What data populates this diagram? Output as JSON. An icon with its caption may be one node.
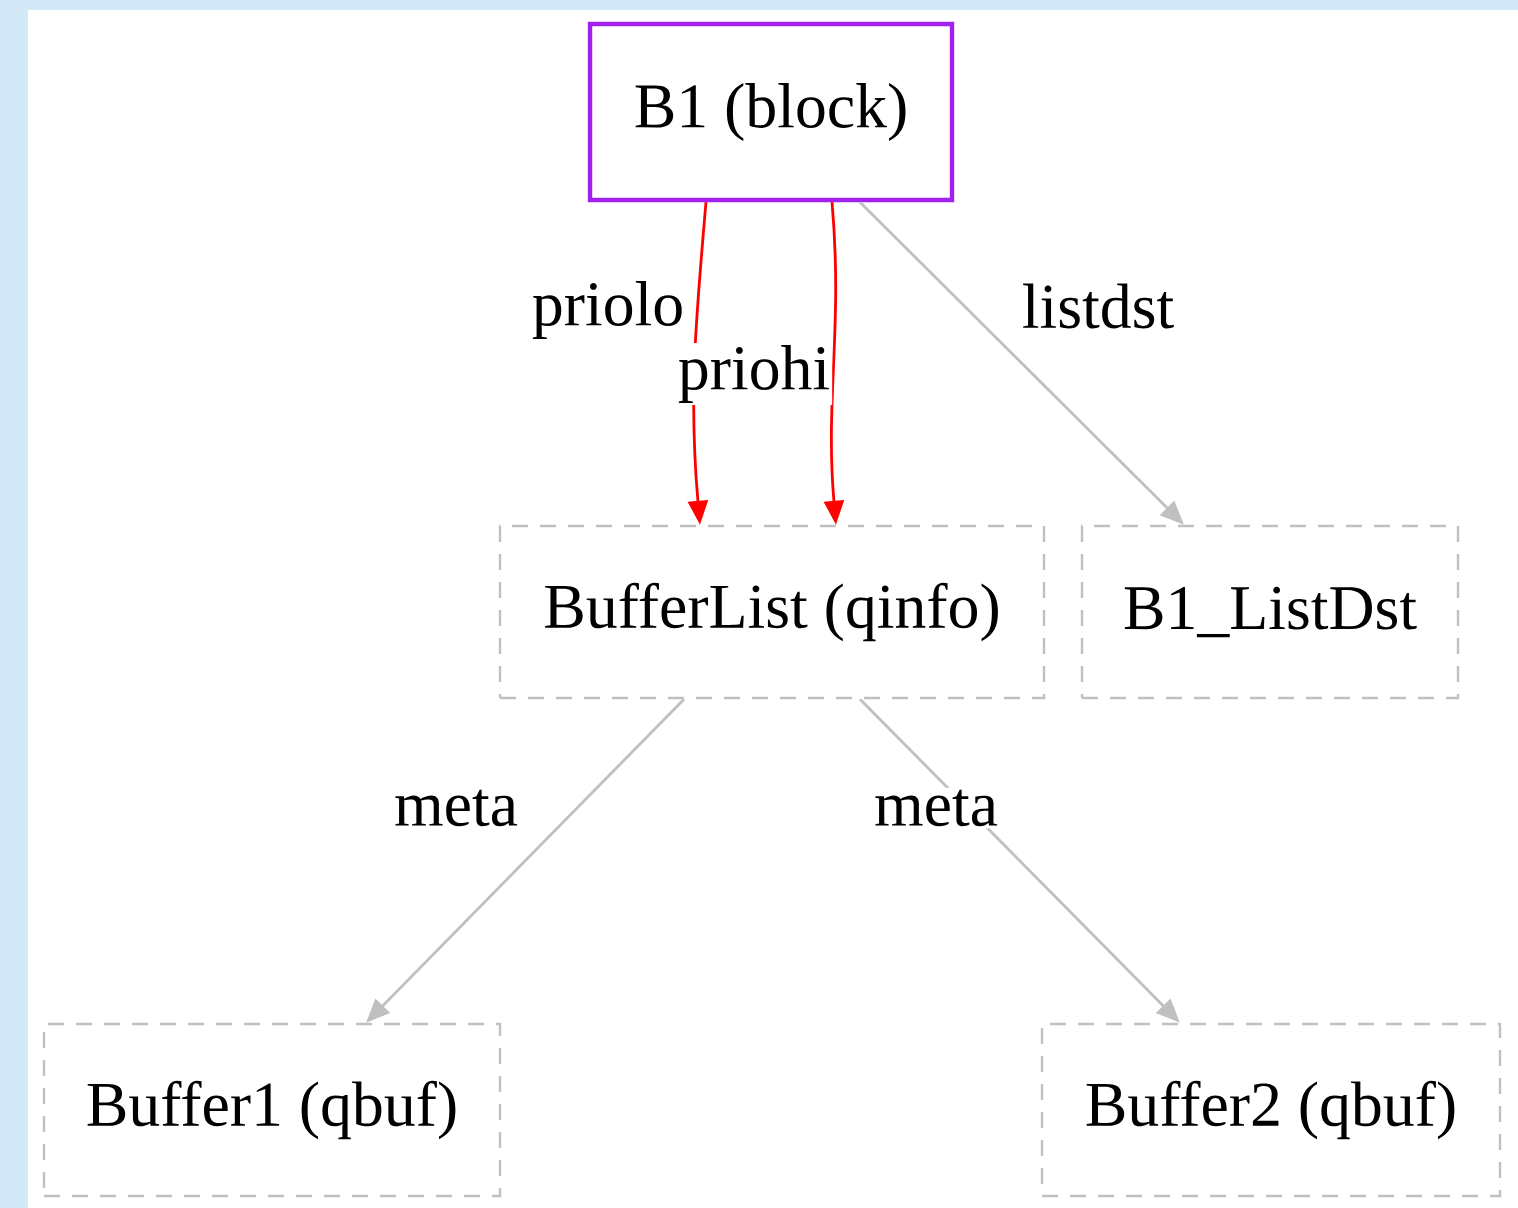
{
  "diagram": {
    "nodes": [
      {
        "text": [
          "B1 (block)"
        ]
      },
      {
        "text": [
          "BufferList (qinfo)"
        ]
      },
      {
        "text": [
          "B1_ListDst"
        ]
      },
      {
        "text": [
          "Buffer1 (qbuf)"
        ]
      },
      {
        "text": [
          "Buffer2 (qbuf)"
        ]
      }
    ],
    "edges": [
      {
        "from": 0,
        "to": 1,
        "arrow": "to",
        "label": "priolo",
        "color": "#ff0000"
      },
      {
        "from": 0,
        "to": 1,
        "arrow": "to",
        "label": "priohi",
        "color": "#ff0000"
      },
      {
        "from": 0,
        "to": 2,
        "arrow": "to",
        "label": "listdst"
      },
      {
        "from": 1,
        "to": 3,
        "arrow": "to",
        "label": "meta"
      },
      {
        "from": 1,
        "to": 4,
        "arrow": "to",
        "label": "meta"
      }
    ]
  }
}
